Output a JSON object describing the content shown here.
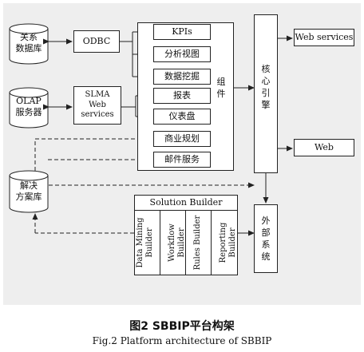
{
  "components": {
    "relational_db": "关系\n数据库",
    "olap_server": "OLAP\n服务器",
    "solution_repo": "解决\n方案库",
    "odbc": "ODBC",
    "slma": "SLMA\nWeb\nservices",
    "kpis": "KPIs",
    "analysis_view": "分析视图",
    "data_mining": "数据挖掘",
    "report": "报表",
    "dashboard": "仪表盘",
    "business_planning": "商业规划",
    "mail_service": "邮件服务",
    "component": "组\n件",
    "core_engine": "核\n心\n引\n擎",
    "web_services": "Web services",
    "web": "Web",
    "external_system": "外\n部\n系\n统",
    "solution_builder": "Solution Builder",
    "builders": [
      "Data Mining\nBuilder",
      "Workflow Builder",
      "Rules Builder",
      "Reporting Builder"
    ]
  },
  "caption": {
    "cn": "图2   SBBIP平台构架",
    "en": "Fig.2    Platform architecture of SBBIP"
  }
}
